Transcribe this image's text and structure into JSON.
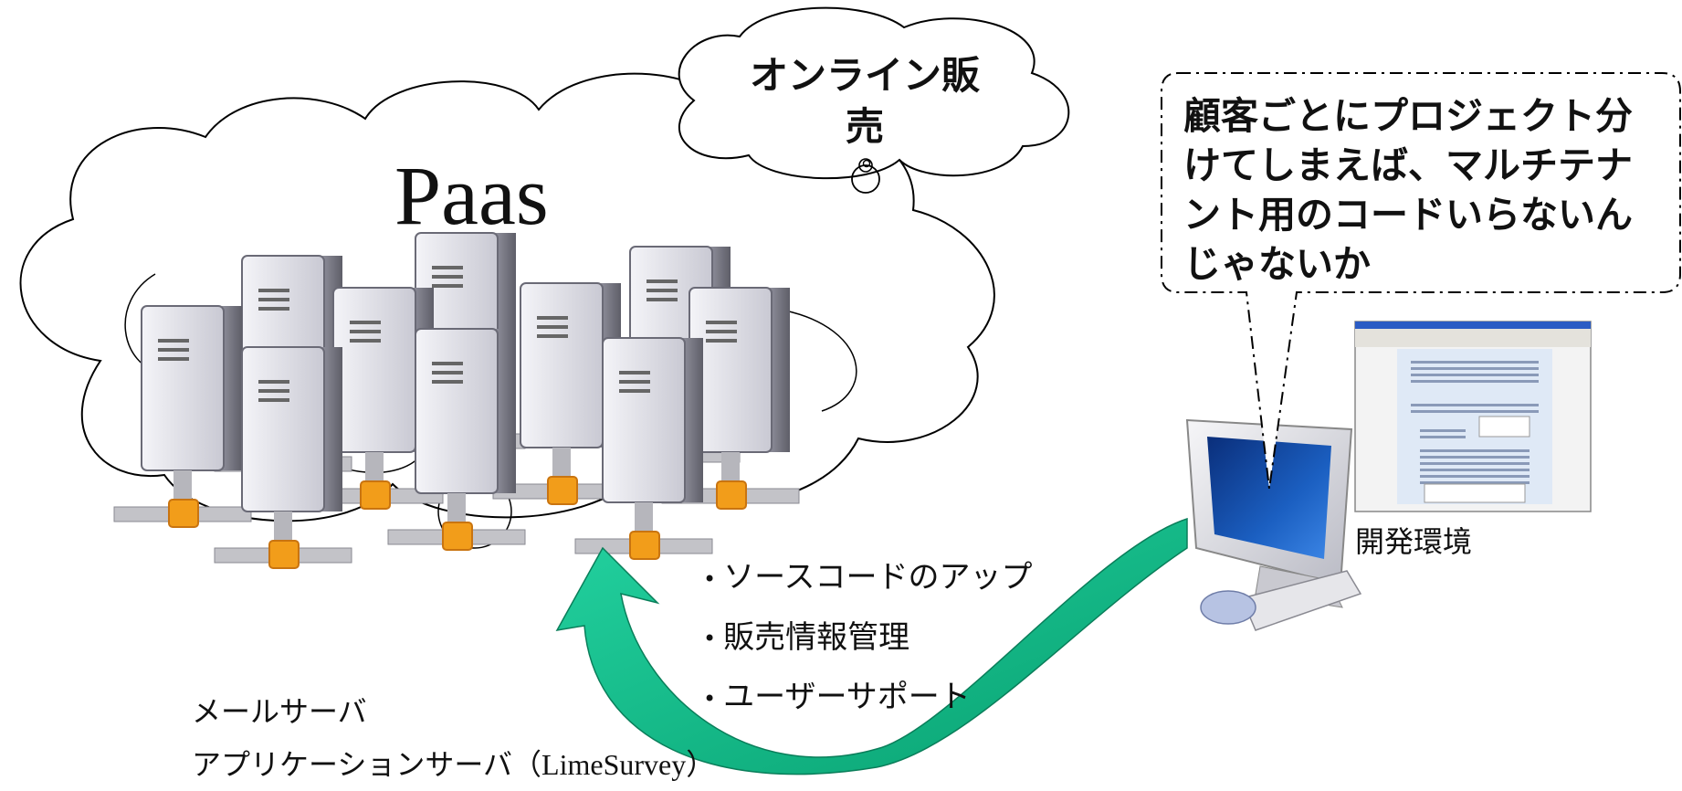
{
  "cloud": {
    "title": "Paas"
  },
  "thought_bubble": {
    "line1": "オンライン販",
    "line2": "売"
  },
  "callout": {
    "text": "顧客ごとにプロジェクト分けてしまえば、マルチテナント用のコードいらないんじゃないか"
  },
  "dev_environment": {
    "label": "開発環境"
  },
  "tasks": [
    "ソースコードのアップ",
    "販売情報管理",
    "ユーザーサポート"
  ],
  "servers": {
    "mail": "メールサーバ",
    "app_prefix": "アプリケーションサーバ（",
    "app_name": "LimeSurvey",
    "app_suffix": "）"
  },
  "colors": {
    "arrow": "#12c08e",
    "connector": "#f29d1a",
    "screen": "#1b5fc1"
  }
}
